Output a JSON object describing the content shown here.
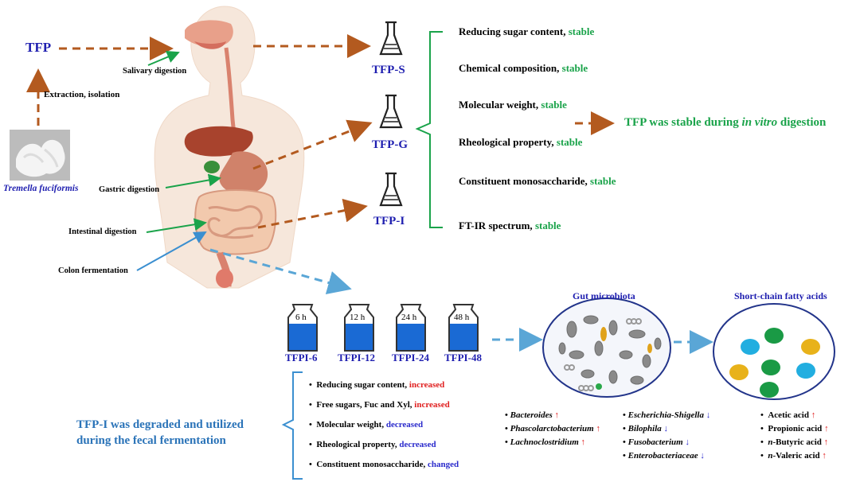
{
  "colors": {
    "orange_arrow": "#b35a1f",
    "blue_arrow": "#5aa6d6",
    "green_bracket": "#1aa34a",
    "stable_green": "#1aa34a",
    "increase_red": "#e02020",
    "decrease_blue": "#2b2bcc",
    "label_blue": "#1f1fb0"
  },
  "source": {
    "tfp": "TFP",
    "extraction": "Extraction, isolation",
    "species": "Tremella fuciformis"
  },
  "digestion": {
    "salivary": "Salivary digestion",
    "gastric": "Gastric digestion",
    "intestinal": "Intestinal digestion",
    "colon": "Colon fermentation"
  },
  "fractions": {
    "s": "TFP-S",
    "g": "TFP-G",
    "i": "TFP-I"
  },
  "properties": [
    {
      "label": "Reducing sugar content, ",
      "status": "stable"
    },
    {
      "label": "Chemical composition, ",
      "status": "stable"
    },
    {
      "label": "Molecular  weight, ",
      "status": "stable"
    },
    {
      "label": "Rheological property, ",
      "status": "stable"
    },
    {
      "label": "Constituent  monosaccharide, ",
      "status": "stable"
    },
    {
      "label": "FT-IR spectrum, ",
      "status": "stable"
    }
  ],
  "conclusion_stable": {
    "before": "TFP was stable during ",
    "italic": "in vitro",
    "after": " digestion"
  },
  "fermentation": {
    "bottles": [
      {
        "time": "6 h",
        "label": "TFPI-6"
      },
      {
        "time": "12 h",
        "label": "TFPI-12"
      },
      {
        "time": "24 h",
        "label": "TFPI-24"
      },
      {
        "time": "48 h",
        "label": "TFPI-48"
      }
    ],
    "results": [
      {
        "label": "Reducing sugar content, ",
        "status": "increased",
        "dir": "up"
      },
      {
        "label": "Free sugars, Fuc and Xyl, ",
        "status": "increased",
        "dir": "up"
      },
      {
        "label": "Molecular  weight, ",
        "status": "decreased",
        "dir": "down"
      },
      {
        "label": "Rheological property,   ",
        "status": "decreased",
        "dir": "down"
      },
      {
        "label": "Constituent monosaccharide, ",
        "status": "changed",
        "dir": "down"
      }
    ],
    "conclusion_line1": "TFP-I was degraded and utilized",
    "conclusion_line2": "during the fecal fermentation"
  },
  "microbiota": {
    "title": "Gut microbiota",
    "increased": [
      "Bacteroides",
      "Phascolarctobacterium",
      "Lachnoclostridium"
    ],
    "decreased": [
      "Escherichia-Shigella",
      "Bilophila",
      "Fusobacterium",
      "Enterobacteriaceae"
    ],
    "up_arrow": "↑",
    "down_arrow": "↓"
  },
  "scfa": {
    "title": "Short-chain fatty acids",
    "acids": [
      {
        "prefix": "",
        "name": "Acetic acid"
      },
      {
        "prefix": "",
        "name": "Propionic acid"
      },
      {
        "prefix": "n",
        "name": "-Butyric acid"
      },
      {
        "prefix": "n",
        "name": "-Valeric acid"
      }
    ]
  }
}
